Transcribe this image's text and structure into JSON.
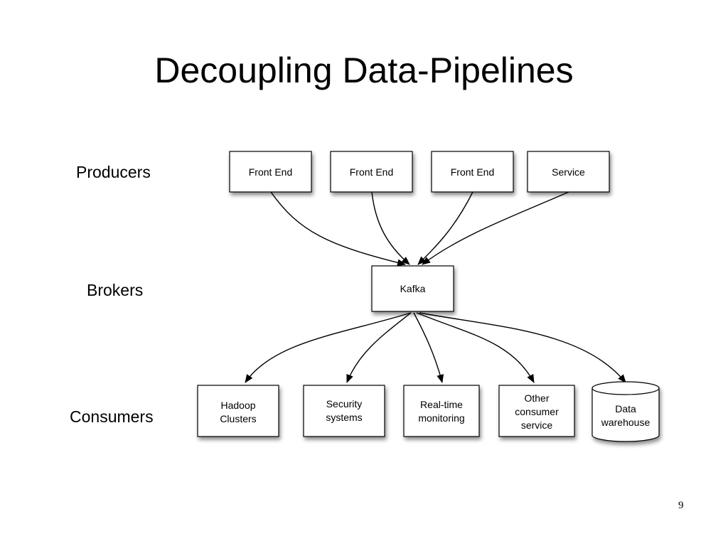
{
  "slide": {
    "title": "Decoupling Data-Pipelines",
    "page_number": "9"
  },
  "rows": {
    "producers": "Producers",
    "brokers": "Brokers",
    "consumers": "Consumers"
  },
  "producers": [
    {
      "label": "Front End"
    },
    {
      "label": "Front End"
    },
    {
      "label": "Front End"
    },
    {
      "label": "Service"
    }
  ],
  "broker": {
    "label": "Kafka"
  },
  "consumers": [
    {
      "lines": [
        "Hadoop",
        "Clusters"
      ]
    },
    {
      "lines": [
        "Security",
        "systems"
      ]
    },
    {
      "lines": [
        "Real-time",
        "monitoring"
      ]
    },
    {
      "lines": [
        "Other",
        "consumer",
        "service"
      ]
    },
    {
      "lines": [
        "Data",
        "warehouse"
      ],
      "shape": "cylinder"
    }
  ]
}
